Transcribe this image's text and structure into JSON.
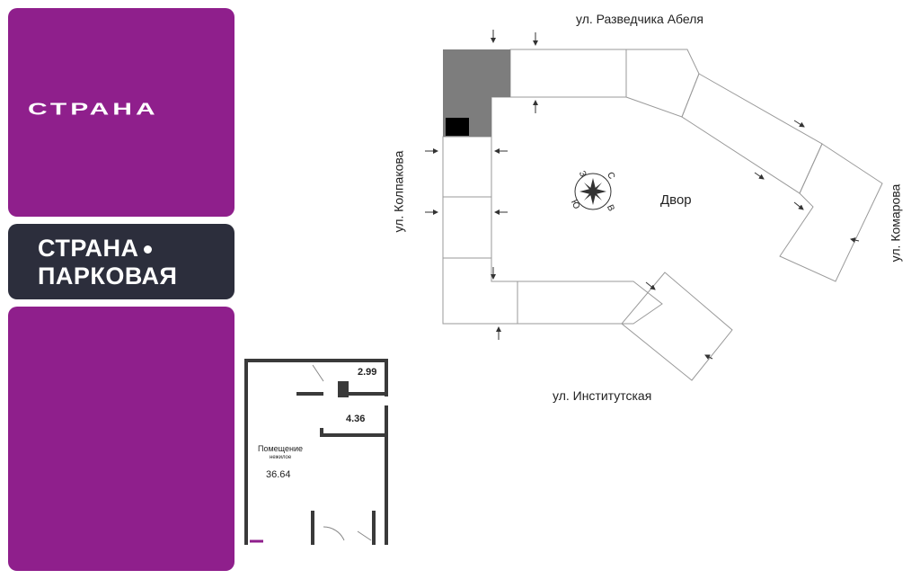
{
  "brand": {
    "logo_text": "СТРАНА",
    "project_line1": "СТРАНА",
    "project_line2": "ПАРКОВАЯ",
    "accent_color": "#8f1f8c",
    "dark_color": "#2c2e3c"
  },
  "site_plan": {
    "streets": {
      "north": "ул. Разведчика Абеля",
      "west": "ул. Колпакова",
      "east": "ул. Комарова",
      "south": "ул. Институтская"
    },
    "courtyard": "Двор",
    "compass": {
      "n": "С",
      "s": "Ю",
      "e": "В",
      "w": "З",
      "icon": "compass-rose-icon"
    }
  },
  "floor_plan": {
    "room_name": "Помещение",
    "room_type": "нежилое",
    "main_area": "36.64",
    "area_1": "2.99",
    "area_2": "4.36"
  }
}
